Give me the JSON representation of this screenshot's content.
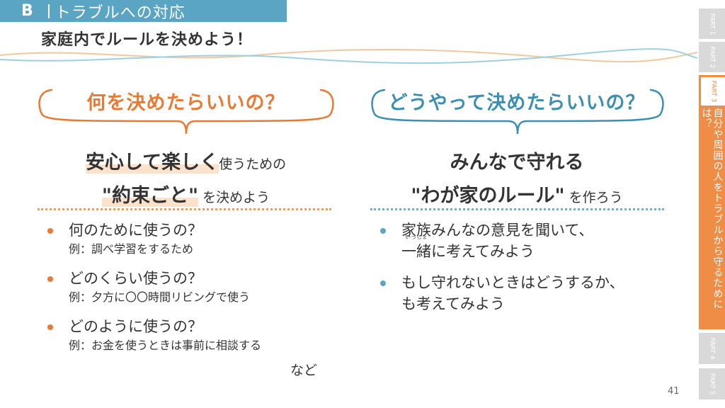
{
  "section": {
    "letter": "B",
    "title": "トラブルへの対応"
  },
  "page_title": "家庭内でルールを決めよう！",
  "left": {
    "question": "何を決めたらいいの？",
    "headline_part1": "安心して楽しく",
    "headline_part2": "使うための",
    "headline_part3": "\"約束ごと\"",
    "headline_part4": " を決めよう",
    "items": [
      {
        "main": "何のために使うの？",
        "sub": "例：調べ学習をするため"
      },
      {
        "main": "どのくらい使うの？",
        "sub": "例：夕方に〇〇時間リビングで使う"
      },
      {
        "main": "どのように使うの？",
        "sub": "例：お金を使うときは事前に相談する"
      }
    ],
    "nado": "など"
  },
  "right": {
    "question": "どうやって決めたらいいの？",
    "headline_part1": "みんなで守れる",
    "headline_part2": "\"わが家のルール\"",
    "headline_part3": " を作ろう",
    "items": [
      {
        "line1": "家族みんなの意見を聞いて、",
        "line2_ruby_base": "一緒",
        "line2_ruby": "いっしょ",
        "line2_rest": "に考えてみよう"
      },
      {
        "line1": "もし守れないときはどうするか、",
        "line2_rest": "も考えてみよう"
      }
    ]
  },
  "page_number": "41",
  "side_tabs": {
    "part1": "PART 1",
    "part2": "PART 2",
    "part3": "PART 3",
    "part3_desc": "自分や周囲の人をトラブルから守るためには？",
    "part4": "PART 4",
    "part5": "PART 5"
  },
  "colors": {
    "banner": "#5ba5c4",
    "accent_orange": "#e87a33",
    "accent_blue": "#3c8fb3",
    "tab_active": "#ef8c45",
    "tab_inactive": "#d9d9d9"
  }
}
